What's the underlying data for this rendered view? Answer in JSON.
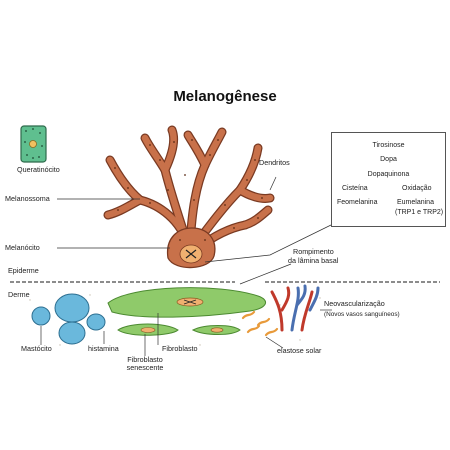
{
  "title": "Melanogênese",
  "labels": {
    "queratinocito": "Queratinócito",
    "melanossoma": "Melanossoma",
    "melanocito": "Melanócito",
    "dendritos": "Dendritos",
    "rompimento_line1": "Rompimento",
    "rompimento_line2": "da lâmina basal",
    "epiderme": "Epiderme",
    "derme": "Derme",
    "mastocito": "Mastócito",
    "histamina": "histamina",
    "fibroblasto": "Fibroblasto",
    "fibroblasto_senescente_line1": "Fibroblasto",
    "fibroblasto_senescente_line2": "senescente",
    "elastose_solar": "elastose solar",
    "neovascularizacao_line1": "Neovascularização",
    "neovascularizacao_line2": "(Novos vasos sanguíneos)"
  },
  "pathway": {
    "tirosinose": "Tirosinose",
    "dopa": "Dopa",
    "dopaquinona": "Dopaquinona",
    "cisteina": "Cisteína",
    "oxidacao": "Oxidação",
    "feomelanina": "Feomelanina",
    "eumelanina": "Eumelanina",
    "trp": "(TRP1 e TRP2)"
  },
  "colors": {
    "melanocyte_fill": "#c8714a",
    "melanocyte_stroke": "#7a3a22",
    "keratinocyte": "#5fbf8f",
    "fibroblast": "#8fca6a",
    "mast_cell": "#6ab8dc",
    "vessel_red": "#c0392b",
    "vessel_blue": "#4a6fb0",
    "elastose": "#e89a3a",
    "nucleus": "#f0b070"
  }
}
